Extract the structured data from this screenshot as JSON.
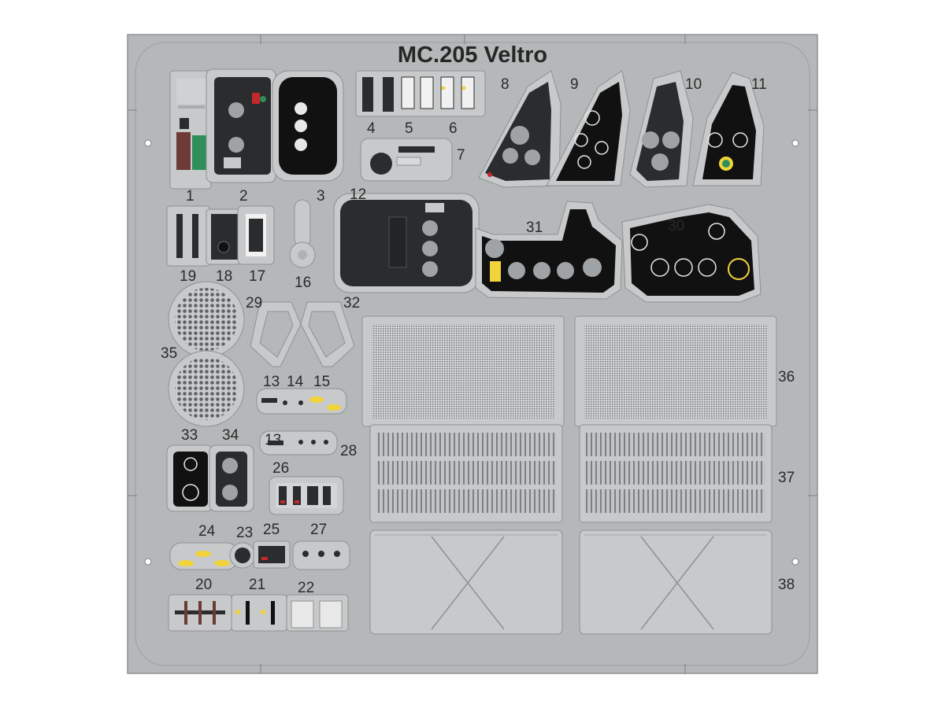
{
  "sheet": {
    "title": "MC.205 Veltro",
    "colors": {
      "fret": "#b5b8b9",
      "part": "#c7c9ca",
      "panel": "#2a2c2d",
      "outline": "#8e9193",
      "gauge_face": "#111111",
      "yellow": "#f2d43a",
      "red": "#c7282b",
      "green": "#2f8f5a",
      "maroon": "#6e3a35"
    }
  },
  "labels": {
    "p1": "1",
    "p2": "2",
    "p3": "3",
    "p4": "4",
    "p5": "5",
    "p6": "6",
    "p7": "7",
    "p8": "8",
    "p9": "9",
    "p10": "10",
    "p11": "11",
    "p12": "12",
    "p13a": "13",
    "p13b": "13",
    "p14": "14",
    "p15": "15",
    "p16": "16",
    "p17": "17",
    "p18": "18",
    "p19": "19",
    "p20": "20",
    "p21": "21",
    "p22": "22",
    "p23": "23",
    "p24": "24",
    "p25": "25",
    "p26": "26",
    "p27": "27",
    "p28": "28",
    "p29": "29",
    "p30": "30",
    "p31": "31",
    "p32": "32",
    "p33": "33",
    "p34": "34",
    "p35": "35",
    "p36": "36",
    "p37": "37",
    "p38": "38"
  }
}
